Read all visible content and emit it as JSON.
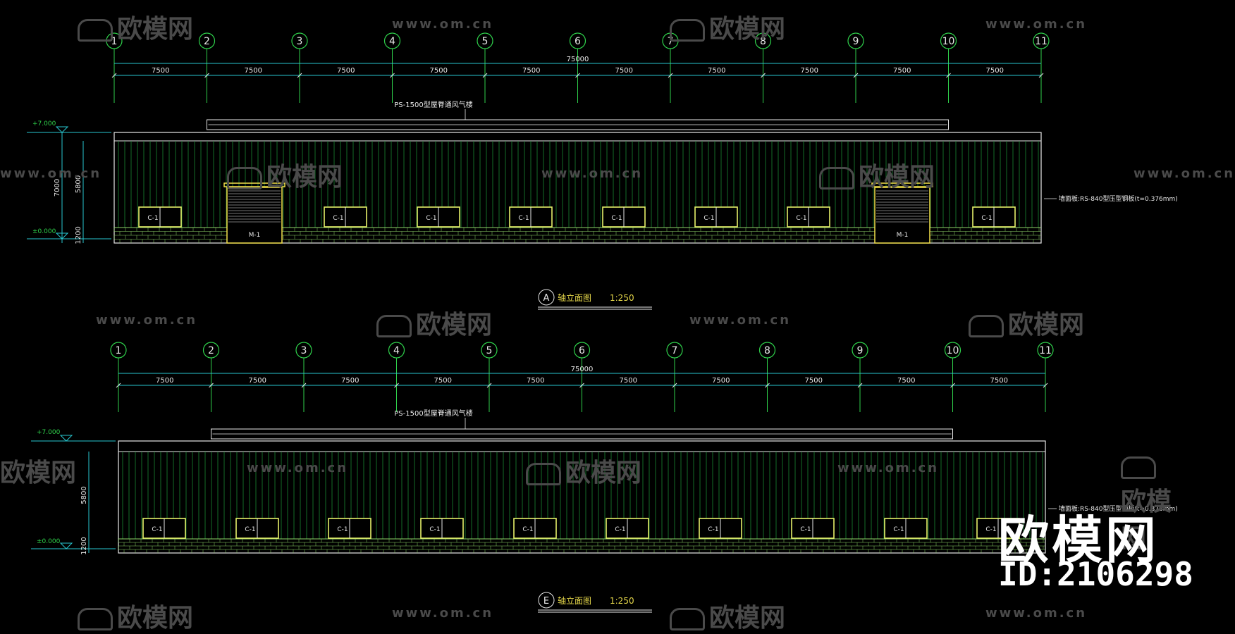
{
  "drawing": {
    "grid_labels": [
      "1",
      "2",
      "3",
      "4",
      "5",
      "6",
      "7",
      "8",
      "9",
      "10",
      "11"
    ],
    "bay_dims": [
      "7500",
      "7500",
      "7500",
      "7500",
      "7500",
      "7500",
      "7500",
      "7500",
      "7500",
      "7500"
    ],
    "overall_dim": "75000",
    "vent_label": "PS-1500型屋脊通风气楼",
    "wall_label_a": "墙面板:RS-840型压型钢板(t=0.376mm)",
    "wall_label_e": "墙面板:RS-840型压型钢板(t=0.376mm)",
    "level_top": "+7.000",
    "level_zero": "±0.000",
    "dim_total": "7000",
    "dim_wall": "5800",
    "dim_base": "1200",
    "window_tag": "C-1",
    "door_tag": "M-1",
    "view_a": {
      "axis": "A",
      "title": "轴立面图",
      "scale": "1:250"
    },
    "view_e": {
      "axis": "E",
      "title": "轴立面图",
      "scale": "1:250"
    }
  },
  "watermark": {
    "url": "www.om.cn",
    "brand": "欧模网",
    "big_brand": "欧模网",
    "id": "ID:2106298"
  },
  "colors": {
    "grid": "#2fd14b",
    "dimension": "#28c6cf",
    "outline": "#e8e8e8",
    "cladding": "#1f9a3a",
    "window": "#e6f06a",
    "door_frame": "#f2e04a",
    "brick": "#8fd56a",
    "title": "#e6d84a"
  }
}
